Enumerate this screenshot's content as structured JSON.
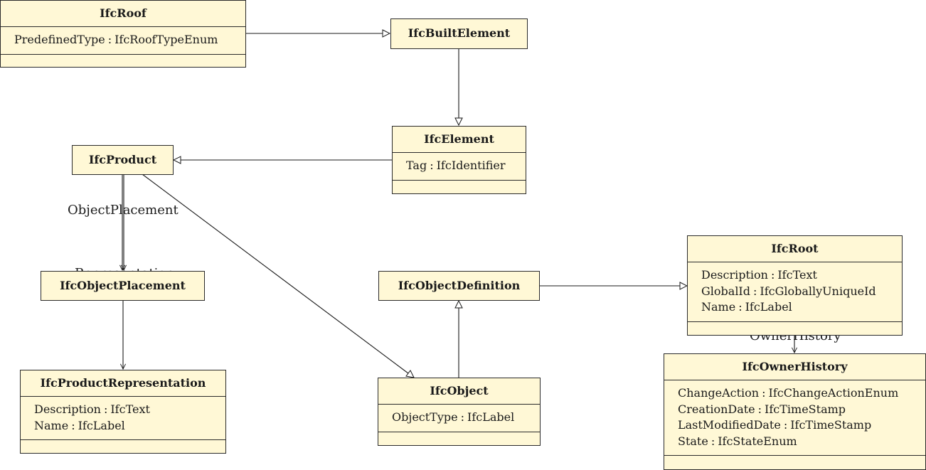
{
  "classes": {
    "ifc_roof": {
      "name": "IfcRoof",
      "attributes": [
        {
          "name": "PredefinedType",
          "type": "IfcRoofTypeEnum"
        }
      ]
    },
    "ifc_built_element": {
      "name": "IfcBuiltElement"
    },
    "ifc_element": {
      "name": "IfcElement",
      "attributes": [
        {
          "name": "Tag",
          "type": "IfcIdentifier"
        }
      ]
    },
    "ifc_product": {
      "name": "IfcProduct"
    },
    "ifc_object_placement": {
      "name": "IfcObjectPlacement"
    },
    "ifc_product_representation": {
      "name": "IfcProductRepresentation",
      "attributes": [
        {
          "name": "Description",
          "type": "IfcText"
        },
        {
          "name": "Name",
          "type": "IfcLabel"
        }
      ]
    },
    "ifc_object_definition": {
      "name": "IfcObjectDefinition"
    },
    "ifc_object": {
      "name": "IfcObject",
      "attributes": [
        {
          "name": "ObjectType",
          "type": "IfcLabel"
        }
      ]
    },
    "ifc_root": {
      "name": "IfcRoot",
      "attributes": [
        {
          "name": "Description",
          "type": "IfcText"
        },
        {
          "name": "GlobalId",
          "type": "IfcGloballyUniqueId"
        },
        {
          "name": "Name",
          "type": "IfcLabel"
        }
      ]
    },
    "ifc_owner_history": {
      "name": "IfcOwnerHistory",
      "attributes": [
        {
          "name": "ChangeAction",
          "type": "IfcChangeActionEnum"
        },
        {
          "name": "CreationDate",
          "type": "IfcTimeStamp"
        },
        {
          "name": "LastModifiedDate",
          "type": "IfcTimeStamp"
        },
        {
          "name": "State",
          "type": "IfcStateEnum"
        }
      ]
    }
  },
  "associations": {
    "object_placement": "ObjectPlacement",
    "representation": "Representation",
    "owner_history": "OwnerHistory"
  },
  "attribute_separator": ":"
}
